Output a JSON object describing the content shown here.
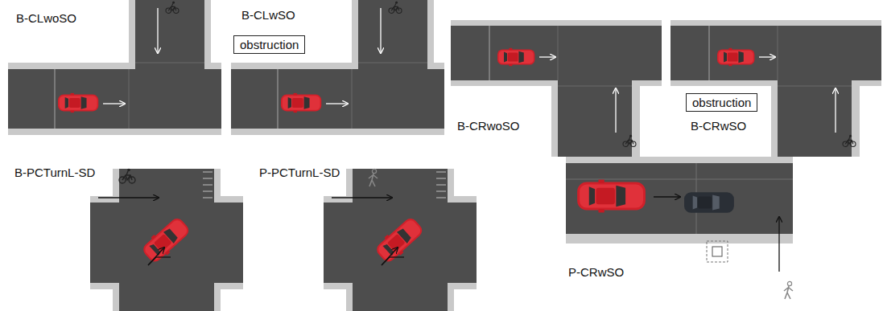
{
  "diagram": {
    "nodes": [
      {
        "text": [
          "obstruction"
        ]
      },
      {
        "text": [
          "obstruction"
        ]
      }
    ],
    "labels": [
      "B-CLwoSO",
      "B-CLwSO",
      "B-CRwoSO",
      "B-CRwSO",
      "B-PCTurnL-SD",
      "P-PCTurnL-SD",
      "P-CRwSO"
    ]
  }
}
